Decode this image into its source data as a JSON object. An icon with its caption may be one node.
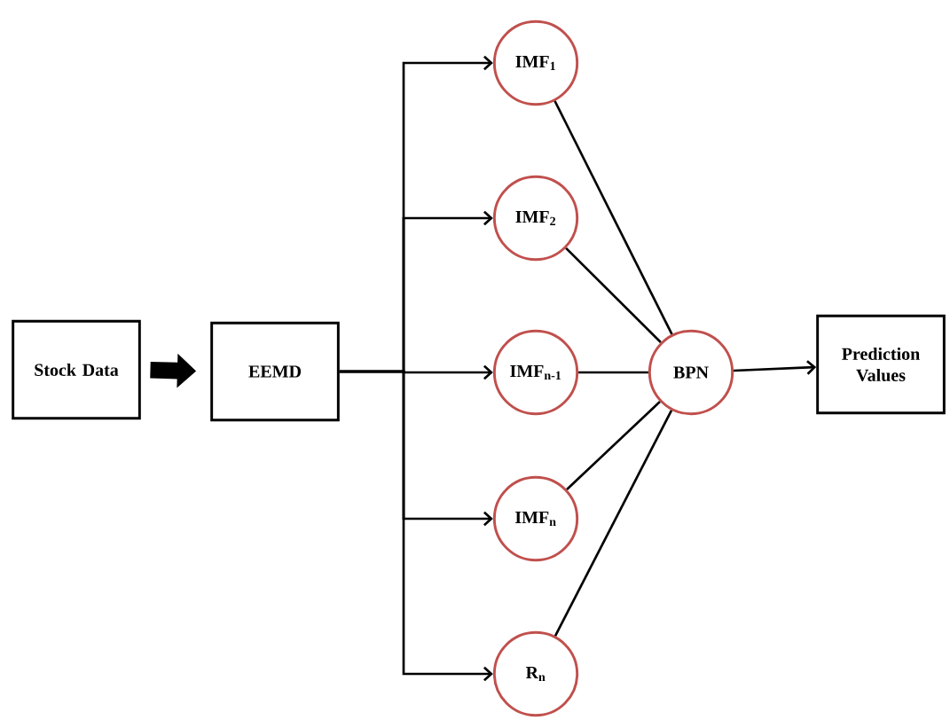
{
  "diagram": {
    "nodes": [
      {
        "text": [
          "Stock Data"
        ]
      },
      {
        "text": [
          "EEMD"
        ]
      },
      {
        "text": [
          "IMF$_{1}$"
        ]
      },
      {
        "text": [
          "IMF$_{2}$"
        ]
      },
      {
        "text": [
          "IMF$_{n-1}$"
        ]
      },
      {
        "text": [
          "IMF$_{n}$"
        ]
      },
      {
        "text": [
          "R$_{n}$"
        ]
      },
      {
        "text": [
          "BPN"
        ]
      },
      {
        "text": [
          "Prediction Values"
        ]
      }
    ],
    "edges": [
      {
        "from": 0,
        "to": 1,
        "arrow": "to",
        "style": "thick"
      },
      {
        "from": 1,
        "to": 2,
        "arrow": "to"
      },
      {
        "from": 1,
        "to": 3,
        "arrow": "to"
      },
      {
        "from": 1,
        "to": 4,
        "arrow": "to"
      },
      {
        "from": 1,
        "to": 5,
        "arrow": "to"
      },
      {
        "from": 1,
        "to": 6,
        "arrow": "to"
      },
      {
        "from": 2,
        "to": 7,
        "arrow": "none"
      },
      {
        "from": 3,
        "to": 7,
        "arrow": "none"
      },
      {
        "from": 4,
        "to": 7,
        "arrow": "none"
      },
      {
        "from": 5,
        "to": 7,
        "arrow": "none"
      },
      {
        "from": 6,
        "to": 7,
        "arrow": "none"
      },
      {
        "from": 7,
        "to": 8,
        "arrow": "to"
      }
    ]
  }
}
